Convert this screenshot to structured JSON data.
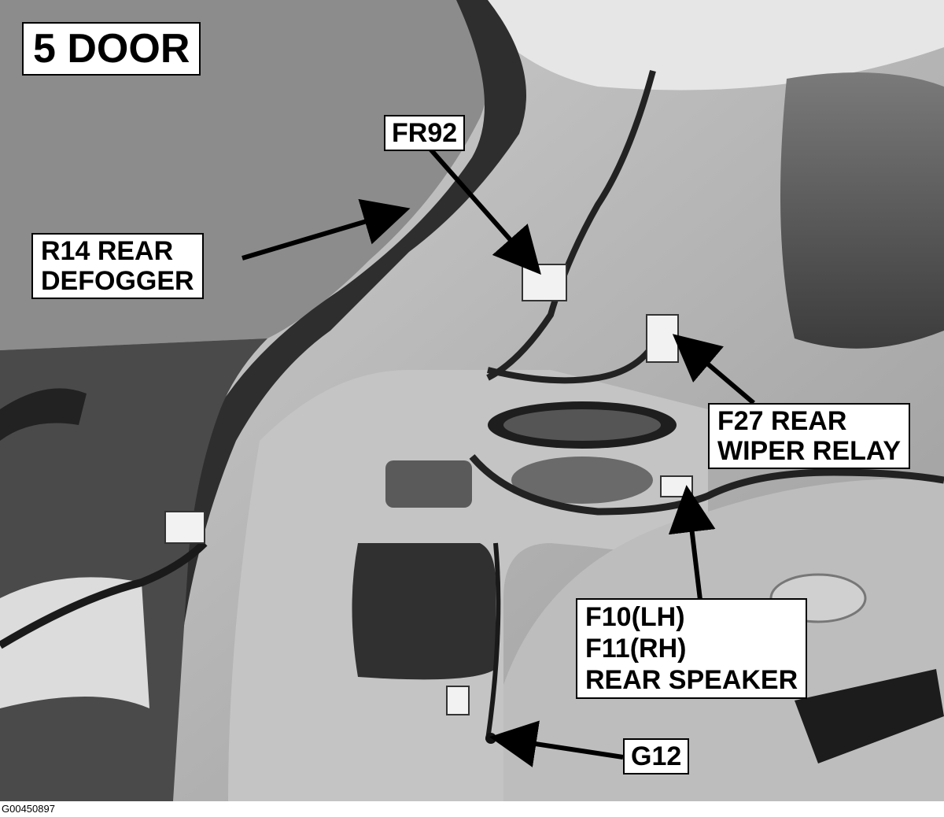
{
  "labels": {
    "door": "5 DOOR",
    "fr92": "FR92",
    "r14": {
      "line1": "R14 REAR",
      "line2": "DEFOGGER"
    },
    "f27": {
      "line1": "F27 REAR",
      "line2": "WIPER RELAY"
    },
    "f10": {
      "line1": "F10(LH)",
      "line2": "F11(RH)",
      "line3": "REAR SPEAKER"
    },
    "g12": "G12"
  },
  "figure_id": "G00450897",
  "colors": {
    "window": "#8c8c8c",
    "panel": "#b4b4b4",
    "frame": "#3a3a3a",
    "label_bg": "#ffffff",
    "arrow": "#000000"
  }
}
